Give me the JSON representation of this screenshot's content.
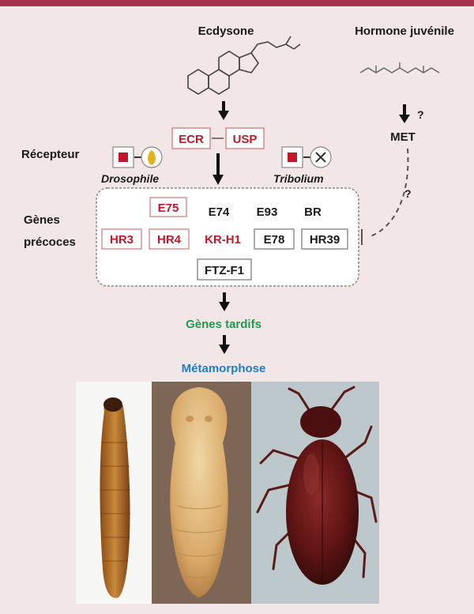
{
  "colors": {
    "background": "#f3e6e6",
    "top_bar": "#a8324a",
    "red_text": "#c0182a",
    "dark_text": "#1a1a1a",
    "green_text": "#1f9a4e",
    "blue_text": "#1e7fc4"
  },
  "hormones": {
    "ecdysone": "Ecdysone",
    "juvenile": "Hormone juvénile"
  },
  "receptor": {
    "label": "Récepteur",
    "ecr": "ECR",
    "usp": "USP",
    "met": "MET",
    "question_mark": "?",
    "drosophila": "Drosophile",
    "tribolium": "Tribolium"
  },
  "early_genes": {
    "label_line1": "Gènes",
    "label_line2": "précoces",
    "genes": {
      "e75": "E75",
      "e74": "E74",
      "e93": "E93",
      "br": "BR",
      "hr3": "HR3",
      "hr4": "HR4",
      "krh1": "KR-H1",
      "e78": "E78",
      "hr39": "HR39",
      "ftzf1": "FTZ-F1"
    }
  },
  "late_genes": "Gènes tardifs",
  "metamorphosis": "Métamorphose",
  "photos": [
    "larva",
    "pupa",
    "adult beetle"
  ]
}
